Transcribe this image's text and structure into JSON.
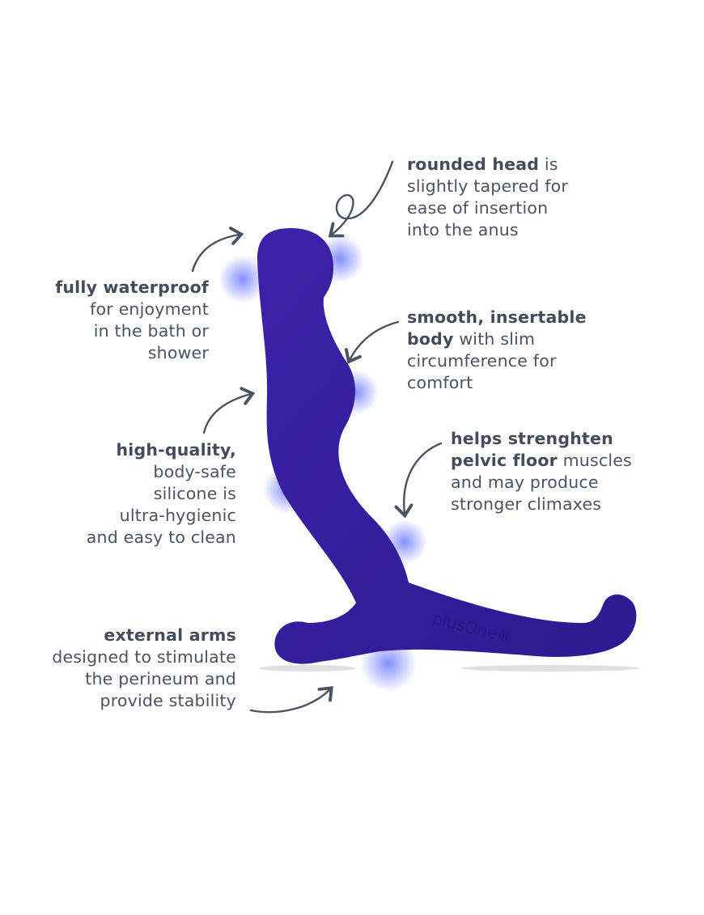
{
  "product": {
    "color": "#3a1fa0",
    "logo_text": "plusOne"
  },
  "annotations": [
    {
      "id": "rounded-head",
      "bold": "rounded head",
      "rest": " is",
      "lines": [
        "slightly tapered for",
        "ease of insertion",
        "into the anus"
      ]
    },
    {
      "id": "fully-waterproof",
      "bold": "fully waterproof",
      "rest": "",
      "lines": [
        "for enjoyment",
        "in the bath or",
        "shower"
      ]
    },
    {
      "id": "smooth-body",
      "bold": "smooth, insertable",
      "bold2": "body",
      "rest": " with slim",
      "lines": [
        "circumference for",
        "comfort"
      ]
    },
    {
      "id": "high-quality",
      "bold": "high-quality,",
      "rest": "",
      "lines": [
        "body-safe",
        "silicone is",
        "ultra-hygienic",
        "and easy to clean"
      ]
    },
    {
      "id": "pelvic-floor",
      "bold": "helps strenghten",
      "bold2": "pelvic floor",
      "rest": " muscles",
      "lines": [
        "and may produce",
        "stronger climaxes"
      ]
    },
    {
      "id": "external-arms",
      "bold": "external arms",
      "rest": "",
      "lines": [
        "designed to stimulate",
        "the perineum and",
        "provide stability"
      ]
    }
  ]
}
